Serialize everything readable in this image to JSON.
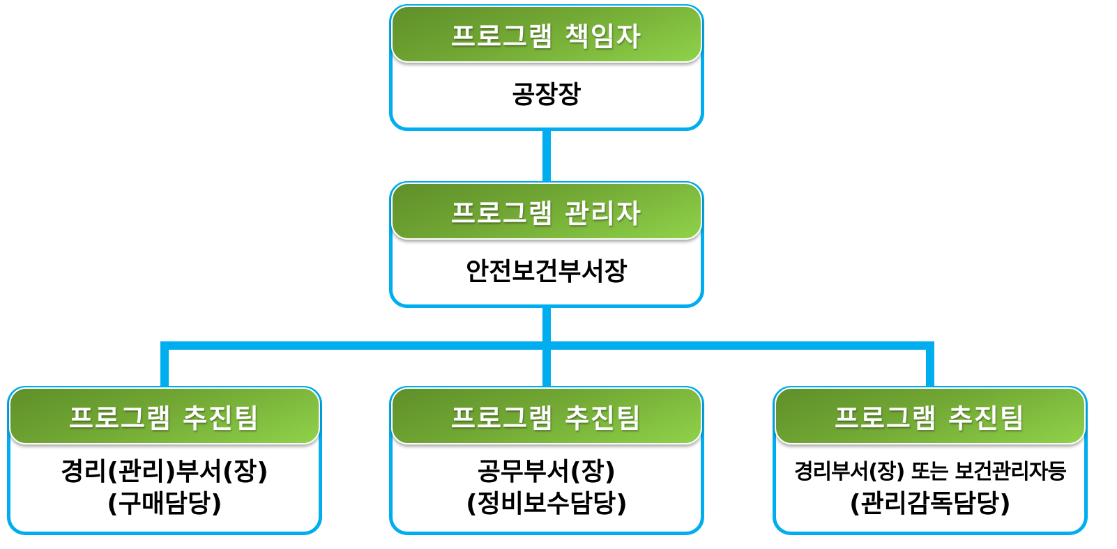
{
  "colors": {
    "connector": "#00aeef",
    "border": "#00aeef",
    "header_start": "#5f8f2a",
    "header_end": "#8fd24a",
    "header_text": "#ffffff",
    "body_text": "#000000"
  },
  "nodes": {
    "responsible": {
      "title": "프로그램 책임자",
      "body_line1": "공장장",
      "body_line2": ""
    },
    "manager": {
      "title": "프로그램 관리자",
      "body_line1": "안전보건부서장",
      "body_line2": ""
    },
    "team_left": {
      "title": "프로그램 추진팀",
      "body_line1": "경리(관리)부서(장)",
      "body_line2": "(구매담당)"
    },
    "team_center": {
      "title": "프로그램 추진팀",
      "body_line1": "공무부서(장)",
      "body_line2": "(정비보수담당)"
    },
    "team_right": {
      "title": "프로그램 추진팀",
      "body_line1": "경리부서(장) 또는 보건관리자등",
      "body_line2": "(관리감독담당)"
    }
  }
}
